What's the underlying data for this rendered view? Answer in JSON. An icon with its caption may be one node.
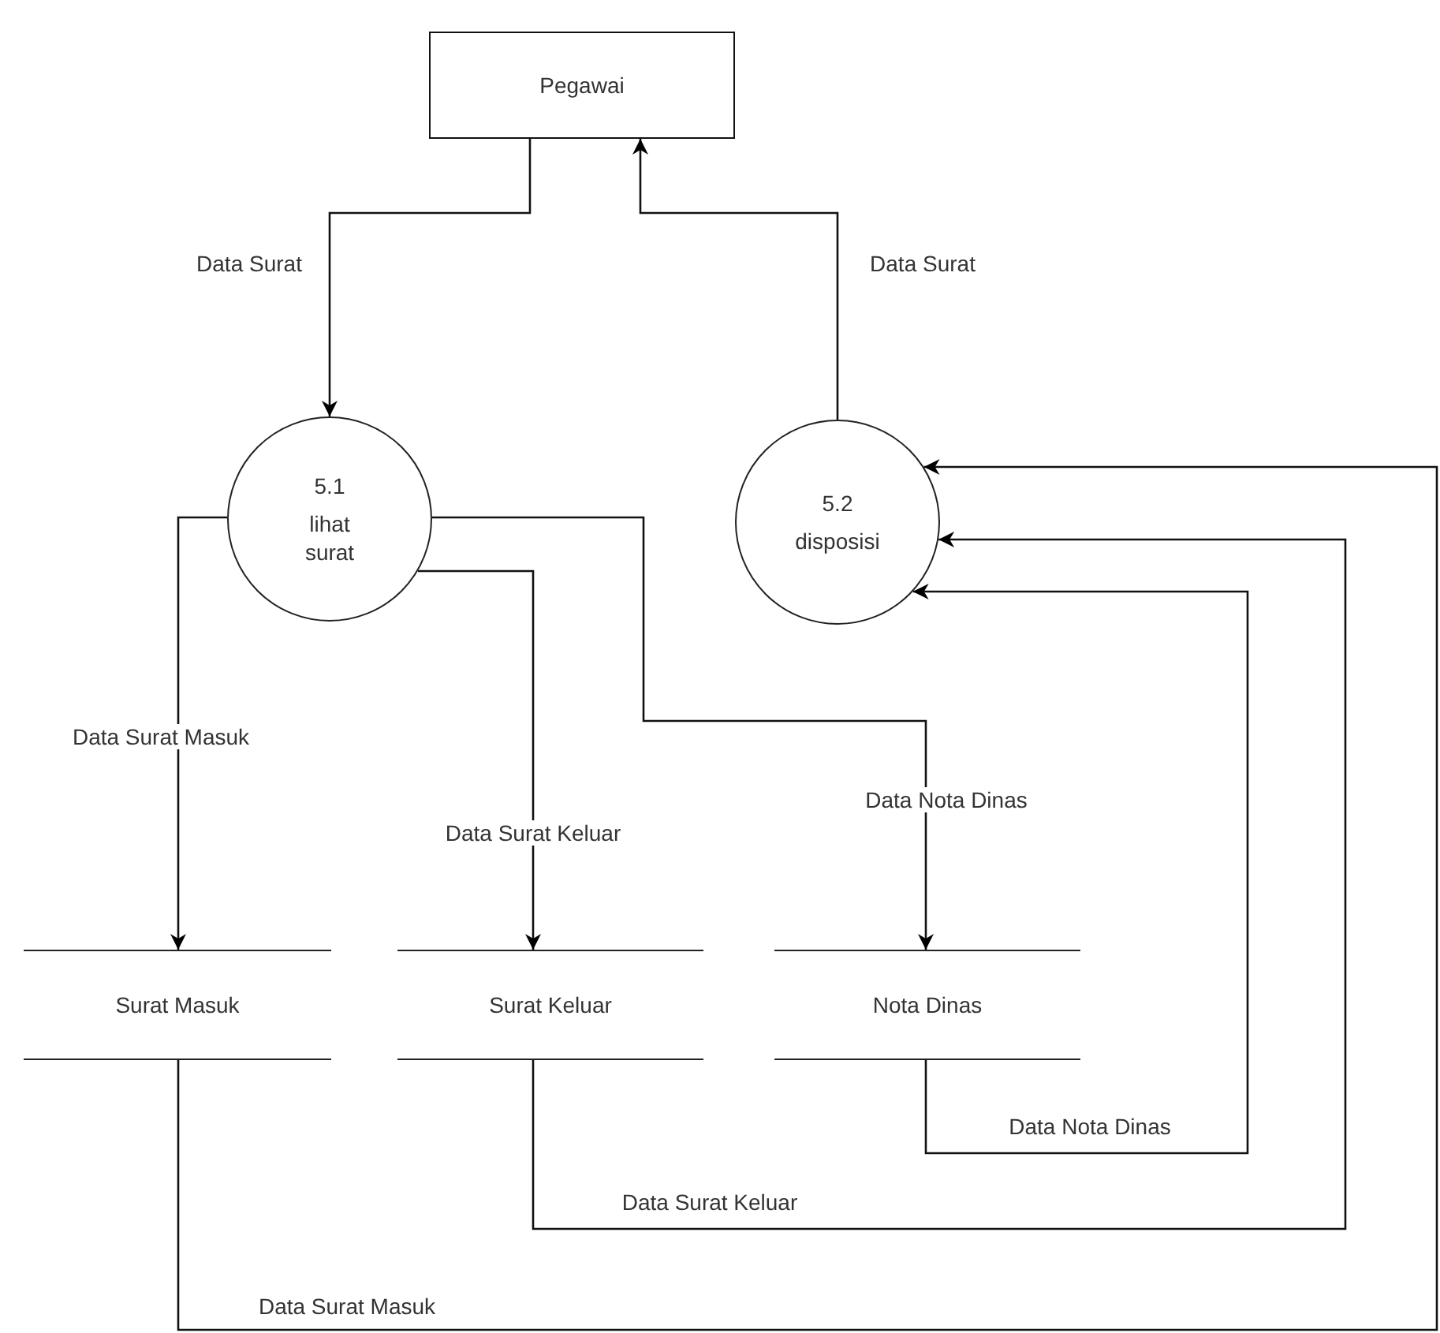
{
  "diagram": {
    "nodes": [
      {
        "text": [
          "Pegawai"
        ]
      },
      {
        "text": [
          "5.1",
          "lihat surat"
        ]
      },
      {
        "text": [
          "5.2",
          "disposisi"
        ]
      },
      {
        "text": [
          "Surat Masuk"
        ]
      },
      {
        "text": [
          "Surat Keluar"
        ]
      },
      {
        "text": [
          "Nota Dinas"
        ]
      }
    ],
    "edges": [
      {
        "from": 0,
        "to": 1,
        "arrow": "to",
        "label": "Data Surat"
      },
      {
        "from": 2,
        "to": 0,
        "arrow": "to",
        "label": "Data Surat"
      },
      {
        "from": 1,
        "to": 3,
        "arrow": "to",
        "label": "Data Surat Masuk"
      },
      {
        "from": 1,
        "to": 4,
        "arrow": "to",
        "label": "Data Surat Keluar"
      },
      {
        "from": 1,
        "to": 5,
        "arrow": "to",
        "label": "Data Nota Dinas"
      },
      {
        "from": 5,
        "to": 2,
        "arrow": "to",
        "label": "Data Nota Dinas"
      },
      {
        "from": 4,
        "to": 2,
        "arrow": "to",
        "label": "Data Surat Keluar"
      },
      {
        "from": 3,
        "to": 2,
        "arrow": "to",
        "label": "Data Surat Masuk"
      }
    ]
  }
}
